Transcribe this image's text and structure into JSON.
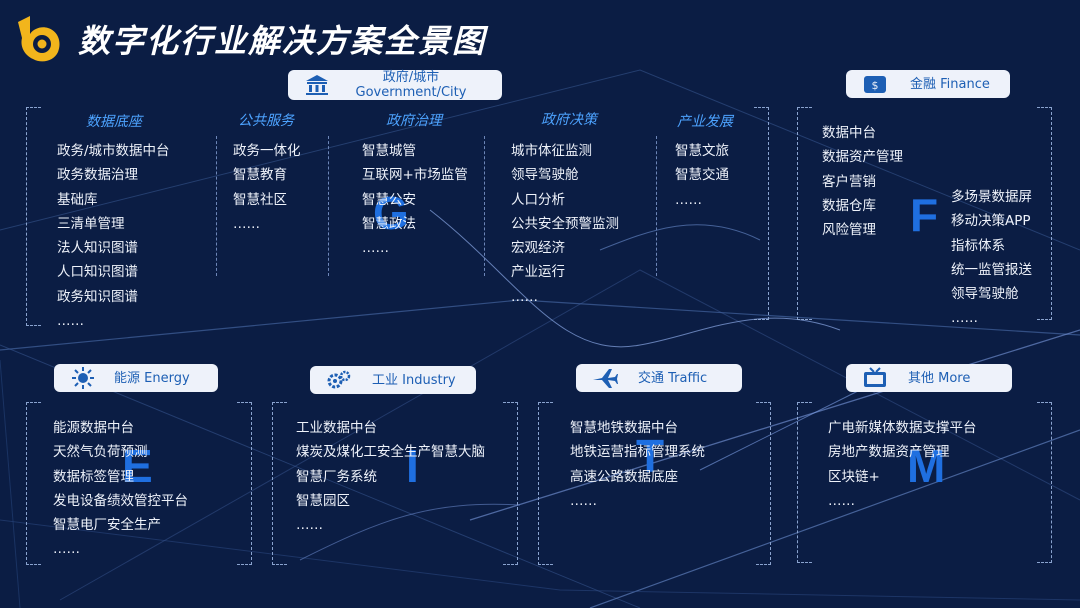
{
  "title": "数字化行业解决方案全景图",
  "colors": {
    "background": "#0b1d44",
    "accent": "#1f6fe0",
    "subheader": "#4da3ff",
    "pill_bg": "#eef2fa",
    "logo": "#f2b51c"
  },
  "letters": {
    "g": "G",
    "f": "F",
    "e": "E",
    "i": "I",
    "t": "T",
    "m": "M"
  },
  "gov": {
    "header": "政府/城市",
    "header_en": "Government/City",
    "icon": "government-building-icon",
    "columns": [
      {
        "title": "数据底座",
        "items": [
          "政务/城市数据中台",
          "政务数据治理",
          "基础库",
          "三清单管理",
          "法人知识图谱",
          "人口知识图谱",
          "政务知识图谱",
          "……"
        ]
      },
      {
        "title": "公共服务",
        "items": [
          "政务一体化",
          "智慧教育",
          "智慧社区",
          "……"
        ]
      },
      {
        "title": "政府治理",
        "items": [
          "智慧城管",
          "互联网+市场监管",
          "智慧公安",
          "智慧政法",
          "……"
        ]
      },
      {
        "title": "政府决策",
        "items": [
          "城市体征监测",
          "领导驾驶舱",
          "人口分析",
          "公共安全预警监测",
          "宏观经济",
          "产业运行",
          "……"
        ]
      },
      {
        "title": "产业发展",
        "items": [
          "智慧文旅",
          "智慧交通",
          "……"
        ]
      }
    ]
  },
  "finance": {
    "header": "金融 Finance",
    "icon": "money-bag-icon",
    "col1": [
      "数据中台",
      "数据资产管理",
      "客户营销",
      "数据仓库",
      "风险管理"
    ],
    "col2": [
      "多场景数据屏",
      "移动决策APP",
      "指标体系",
      "统一监管报送",
      "领导驾驶舱",
      "……"
    ]
  },
  "energy": {
    "header": "能源 Energy",
    "icon": "sun-icon",
    "items": [
      "能源数据中台",
      "天然气负荷预测",
      "数据标签管理",
      "发电设备绩效管控平台",
      "智慧电厂安全生产",
      "……"
    ]
  },
  "industry": {
    "header": "工业 Industry",
    "icon": "gears-icon",
    "items": [
      "工业数据中台",
      "煤炭及煤化工安全生产智慧大脑",
      "智慧厂务系统",
      "智慧园区",
      "……"
    ]
  },
  "traffic": {
    "header": "交通 Traffic",
    "icon": "airplane-icon",
    "items": [
      "智慧地铁数据中台",
      "地铁运营指标管理系统",
      "高速公路数据底座",
      "……"
    ]
  },
  "more": {
    "header": "其他 More",
    "icon": "tv-icon",
    "items": [
      "广电新媒体数据支撑平台",
      "房地产数据资产管理",
      "区块链+",
      "……"
    ]
  }
}
